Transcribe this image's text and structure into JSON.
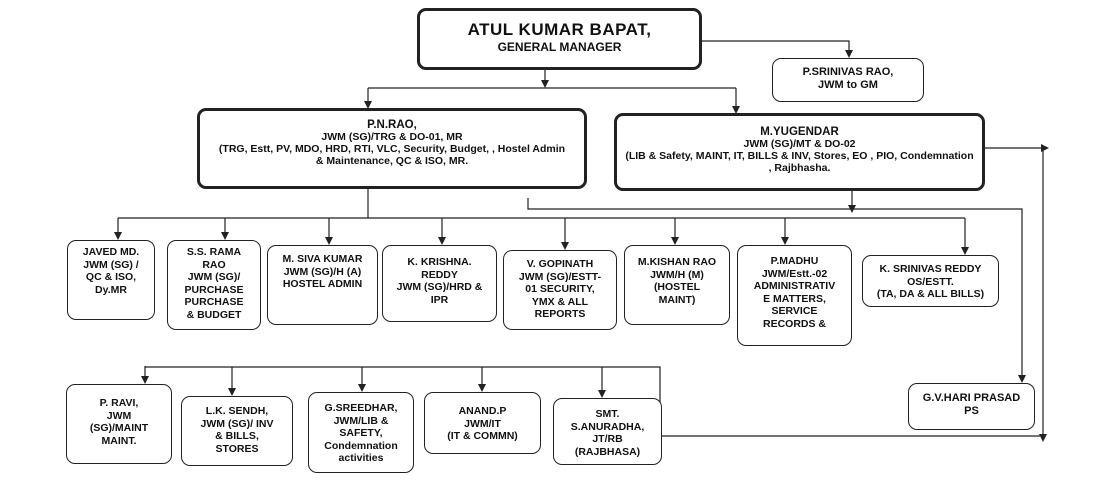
{
  "gm": {
    "name": "ATUL KUMAR BAPAT,",
    "designation": "GENERAL MANAGER"
  },
  "jwm_to_gm": {
    "name": "P.SRINIVAS RAO,",
    "designation": "JWM to GM"
  },
  "pnrao": {
    "name": "P.N.RAO,",
    "designation": "JWM (SG)/TRG & DO-01, MR",
    "portfolio": "(TRG,  Estt, PV, MDO, HRD, RTI, VLC, Security, Budget,  , Hostel Admin\n&  Maintenance, QC & ISO, MR."
  },
  "yugendar": {
    "name": "M.YUGENDAR",
    "designation": "JWM (SG)/MT & DO-02",
    "portfolio": "(LIB & Safety, MAINT, IT, BILLS & INV, Stores, EO , PIO, Condemnation\n, Rajbhasha."
  },
  "row1": [
    {
      "text": "JAVED MD.\nJWM (SG) /\nQC & ISO,\nDy.MR"
    },
    {
      "text": "S.S. RAMA\nRAO\nJWM (SG)/\nPURCHASE\nPURCHASE\n& BUDGET"
    },
    {
      "text": "M. SIVA KUMAR\nJWM (SG)/H (A)\nHOSTEL ADMIN"
    },
    {
      "text": "K. KRISHNA.\nREDDY\nJWM (SG)/HRD &\nIPR"
    },
    {
      "text": "V. GOPINATH\nJWM (SG)/ESTT-\n01 SECURITY,\nYMX & ALL\nREPORTS"
    },
    {
      "text": "M.KISHAN RAO\nJWM/H (M)\n(HOSTEL\nMAINT)"
    },
    {
      "text": "P.MADHU\nJWM/Estt.-02\nADMINISTRATIV\nE MATTERS,\nSERVICE\nRECORDS &"
    },
    {
      "text": "K. SRINIVAS REDDY\nOS/ESTT.\n(TA, DA & ALL BILLS)"
    }
  ],
  "row2": [
    {
      "text": "P. RAVI,\nJWM\n(SG)/MAINT\nMAINT."
    },
    {
      "text": "L.K. SENDH,\nJWM (SG)/ INV\n& BILLS,\nSTORES"
    },
    {
      "text": "G.SREEDHAR,\nJWM/LIB &\nSAFETY,\nCondemnation\nactivities"
    },
    {
      "text": "ANAND.P\nJWM/IT\n(IT & COMMN)"
    },
    {
      "text": "SMT.\nS.ANURADHA,\nJT/RB\n(RAJBHASA)"
    }
  ],
  "hari_prasad": {
    "text": "G.V.HARI PRASAD\nPS"
  }
}
